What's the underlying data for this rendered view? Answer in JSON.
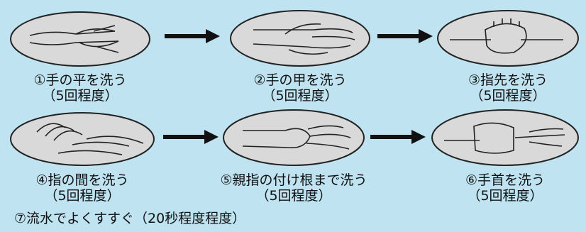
{
  "steps": [
    {
      "id": 1,
      "label": "①手の平を洗う",
      "note": "（5回程度）",
      "icon": "palm-wash-illustration"
    },
    {
      "id": 2,
      "label": "②手の甲を洗う",
      "note": "（5回程度）",
      "icon": "back-of-hand-wash-illustration"
    },
    {
      "id": 3,
      "label": "③指先を洗う",
      "note": "（5回程度）",
      "icon": "fingertip-wash-illustration"
    },
    {
      "id": 4,
      "label": "④指の間を洗う",
      "note": "（5回程度）",
      "icon": "between-fingers-wash-illustration"
    },
    {
      "id": 5,
      "label": "⑤親指の付け根まで洗う",
      "note": "（5回程度）",
      "icon": "thumb-base-wash-illustration"
    },
    {
      "id": 6,
      "label": "⑥手首を洗う",
      "note": "（5回程度）",
      "icon": "wrist-wash-illustration"
    }
  ],
  "footer": {
    "note": "⑦流水でよくすすぐ（20秒程度程度）"
  },
  "colors": {
    "background": "#bfe3f1",
    "oval_fill": "#d9d9d9",
    "arrow": "#111111",
    "accent": "#1aa3d4"
  }
}
